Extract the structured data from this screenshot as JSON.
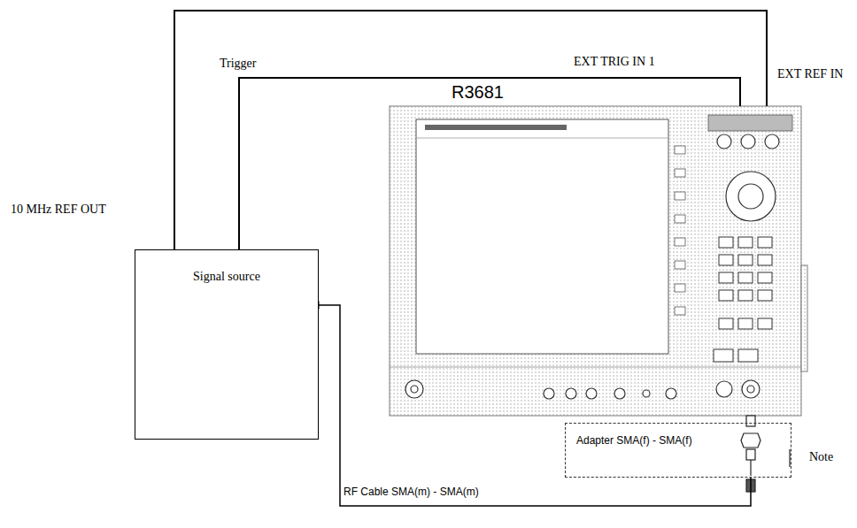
{
  "diagram": {
    "nodes": [
      {
        "text": [
          "Signal source"
        ]
      },
      {
        "text": [
          "R3681"
        ]
      },
      {
        "text": [
          "Adapter SMA(f) - SMA(f)"
        ]
      }
    ],
    "edges": [
      {
        "from": 0,
        "to": 1,
        "arrow": "none"
      },
      {
        "from": 0,
        "to": 1,
        "label": "Trigger",
        "arrow": "none"
      },
      {
        "from": 0,
        "to": 2,
        "label": "RF Cable SMA(m) - SMA(m)",
        "arrow": "none"
      }
    ],
    "labels": [
      "10 MHz REF OUT",
      "EXT TRIG IN 1",
      "EXT REF IN",
      "Note"
    ]
  }
}
